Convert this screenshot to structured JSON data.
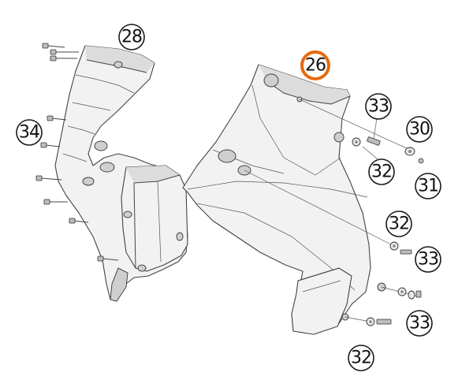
{
  "callouts": [
    {
      "label": "28"
    },
    {
      "label": "34"
    },
    {
      "label": "26"
    },
    {
      "label": "33"
    },
    {
      "label": "30"
    },
    {
      "label": "32"
    },
    {
      "label": "31"
    },
    {
      "label": "32"
    },
    {
      "label": "33"
    },
    {
      "label": "33"
    },
    {
      "label": "32"
    }
  ],
  "colors": {
    "highlight": "#e86a10",
    "outline": "#1a1a1a",
    "background": "#ffffff"
  }
}
